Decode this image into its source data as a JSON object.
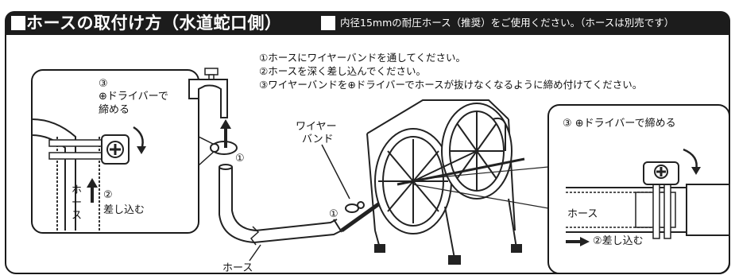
{
  "header": {
    "title": "ホースの取付け方（水道蛇口側）",
    "note": "内径15mmの耐圧ホース（推奨）をご使用ください。（ホースは別売です）"
  },
  "instructions": [
    "①ホースにワイヤーバンドを通してください。",
    "②ホースを深く差し込んでください。",
    "③ワイヤーバンドを⊕ドライバーでホースが抜けなくなるように締め付けてください。"
  ],
  "left_detail": {
    "step3_num": "③",
    "step3_line1": "⊕ドライバーで",
    "step3_line2": "締める",
    "hose_label": [
      "ホ",
      "ー",
      "ス"
    ],
    "step2_num": "②",
    "step2_text": "差し込む"
  },
  "center": {
    "step1_upper": "①",
    "wire_band_line1": "ワイヤー",
    "wire_band_line2": "バンド",
    "step1_lower": "①",
    "hose_bottom": "ホース"
  },
  "right_detail": {
    "step3": "③ ⊕ドライバーで締める",
    "hose_label": "ホース",
    "step2": "②差し込む"
  }
}
